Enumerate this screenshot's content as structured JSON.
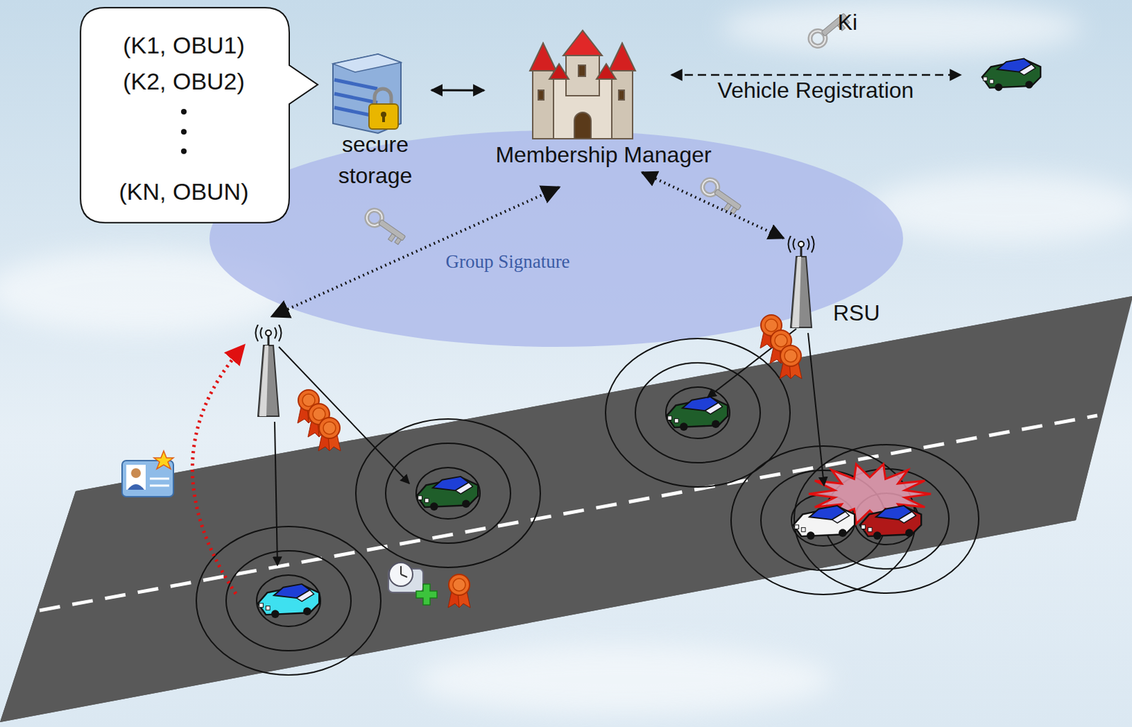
{
  "diagram": {
    "nodes": [
      {
        "text": [
          "(K1, OBU1)",
          "(K2, OBU2)",
          "(KN, OBUN)"
        ]
      },
      {
        "text": [
          "secure storage"
        ]
      },
      {
        "text": [
          "Membership Manager"
        ]
      },
      {
        "text": [
          "RSU"
        ]
      }
    ],
    "edges": [
      {
        "from": 1,
        "to": 2,
        "arrow": "both"
      },
      {
        "from": 2,
        "to": 3,
        "arrow": "both"
      }
    ],
    "labels": [
      "Ki",
      "Vehicle Registration",
      "Group Signature"
    ]
  }
}
